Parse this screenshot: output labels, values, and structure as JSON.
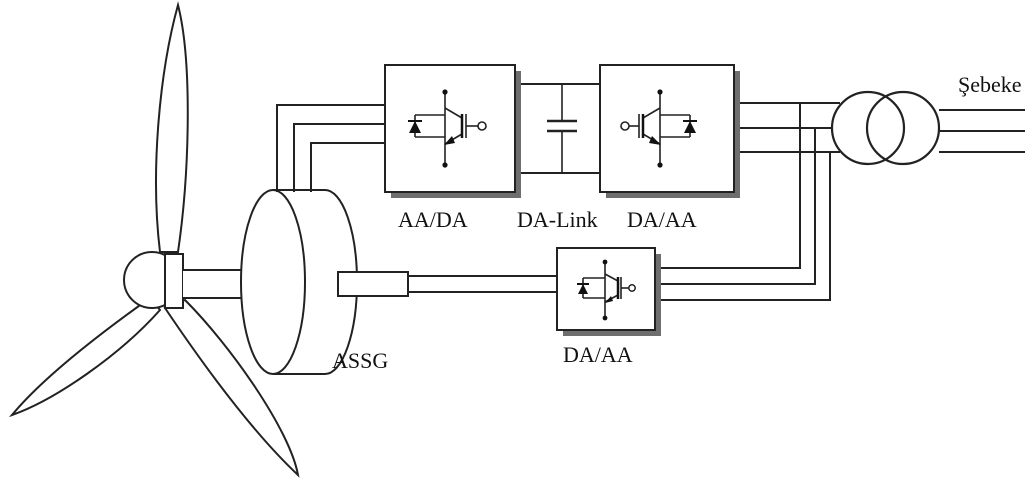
{
  "labels": {
    "rectifier": "AA/DA",
    "dc_link": "DA-Link",
    "inverter": "DA/AA",
    "rotor_converter": "DA/AA",
    "generator": "ASSG",
    "grid": "Şebeke"
  },
  "icons": {
    "turbine": "wind-turbine-icon",
    "generator": "generator-icon",
    "transformer": "transformer-icon",
    "converter_symbol": "igbt-diode-icon",
    "capacitor": "capacitor-icon"
  },
  "colors": {
    "line": "#222222",
    "box_shadow": "#6e6e6e",
    "background": "#ffffff"
  }
}
